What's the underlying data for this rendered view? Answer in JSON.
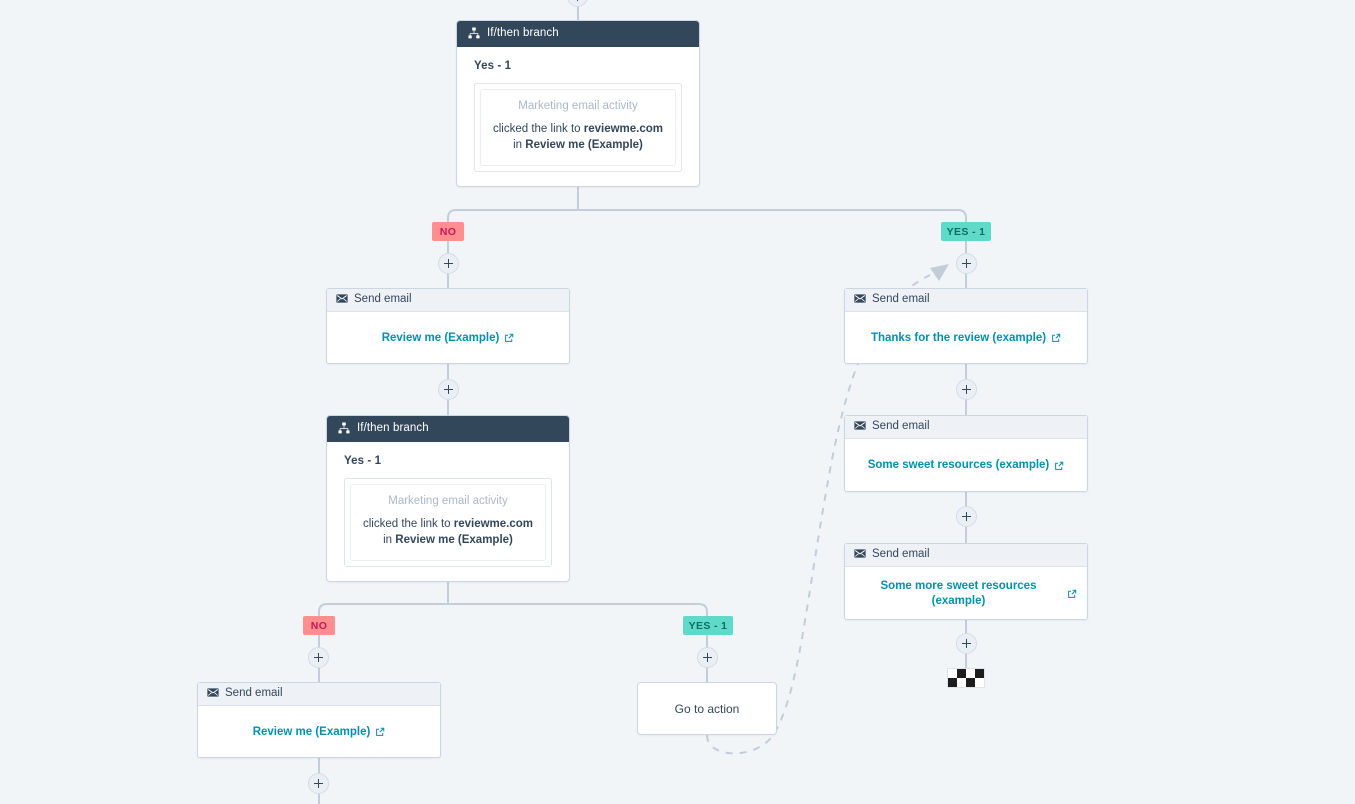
{
  "canvas": {
    "background_color": "#f2f5f8",
    "edge_color": "#c3ced9",
    "dashed_edge_color": "#c2cdd8"
  },
  "colors": {
    "branch_header_bg": "#33475b",
    "email_header_bg": "#eef1f6",
    "link_color": "#0091ae",
    "badge_no_bg": "#ff8f8f",
    "badge_no_text": "#c2185b",
    "badge_yes_bg": "#5fd9c8",
    "badge_yes_text": "#0c6e66",
    "card_border": "#cbd6e2"
  },
  "branch_top": {
    "header_title": "If/then branch",
    "icon": "branch-hierarchy-icon",
    "branch_label": "Yes - 1",
    "condition_title": "Marketing email activity",
    "condition_text_prefix": "clicked the link to ",
    "condition_link": "reviewme.com",
    "condition_text_middle": " in ",
    "condition_asset": "Review me (Example)"
  },
  "branch_second": {
    "header_title": "If/then branch",
    "icon": "branch-hierarchy-icon",
    "branch_label": "Yes - 1",
    "condition_title": "Marketing email activity",
    "condition_text_prefix": "clicked the link to ",
    "condition_link": "reviewme.com",
    "condition_text_middle": " in ",
    "condition_asset": "Review me (Example)"
  },
  "badges": {
    "top_no": "NO",
    "top_yes": "YES - 1",
    "second_no": "NO",
    "second_yes": "YES - 1"
  },
  "nodes": {
    "email_left_1": {
      "header_title": "Send email",
      "icon": "envelope-icon",
      "link_label": "Review me (Example)",
      "link_icon": "external-link-icon"
    },
    "email_right_1": {
      "header_title": "Send email",
      "icon": "envelope-icon",
      "link_label": "Thanks for the review (example)",
      "link_icon": "external-link-icon"
    },
    "email_right_2": {
      "header_title": "Send email",
      "icon": "envelope-icon",
      "link_label": "Some sweet resources (example)",
      "link_icon": "external-link-icon"
    },
    "email_right_3": {
      "header_title": "Send email",
      "icon": "envelope-icon",
      "link_label": "Some more sweet resources (example)",
      "link_icon": "external-link-icon"
    },
    "email_bottom_left": {
      "header_title": "Send email",
      "icon": "envelope-icon",
      "link_label": "Review me (Example)",
      "link_icon": "external-link-icon"
    },
    "go_to_action": {
      "label": "Go to action"
    },
    "end_flag": {
      "icon": "checkered-flag-icon"
    }
  },
  "add_buttons": {
    "label": "+",
    "count": 10
  }
}
